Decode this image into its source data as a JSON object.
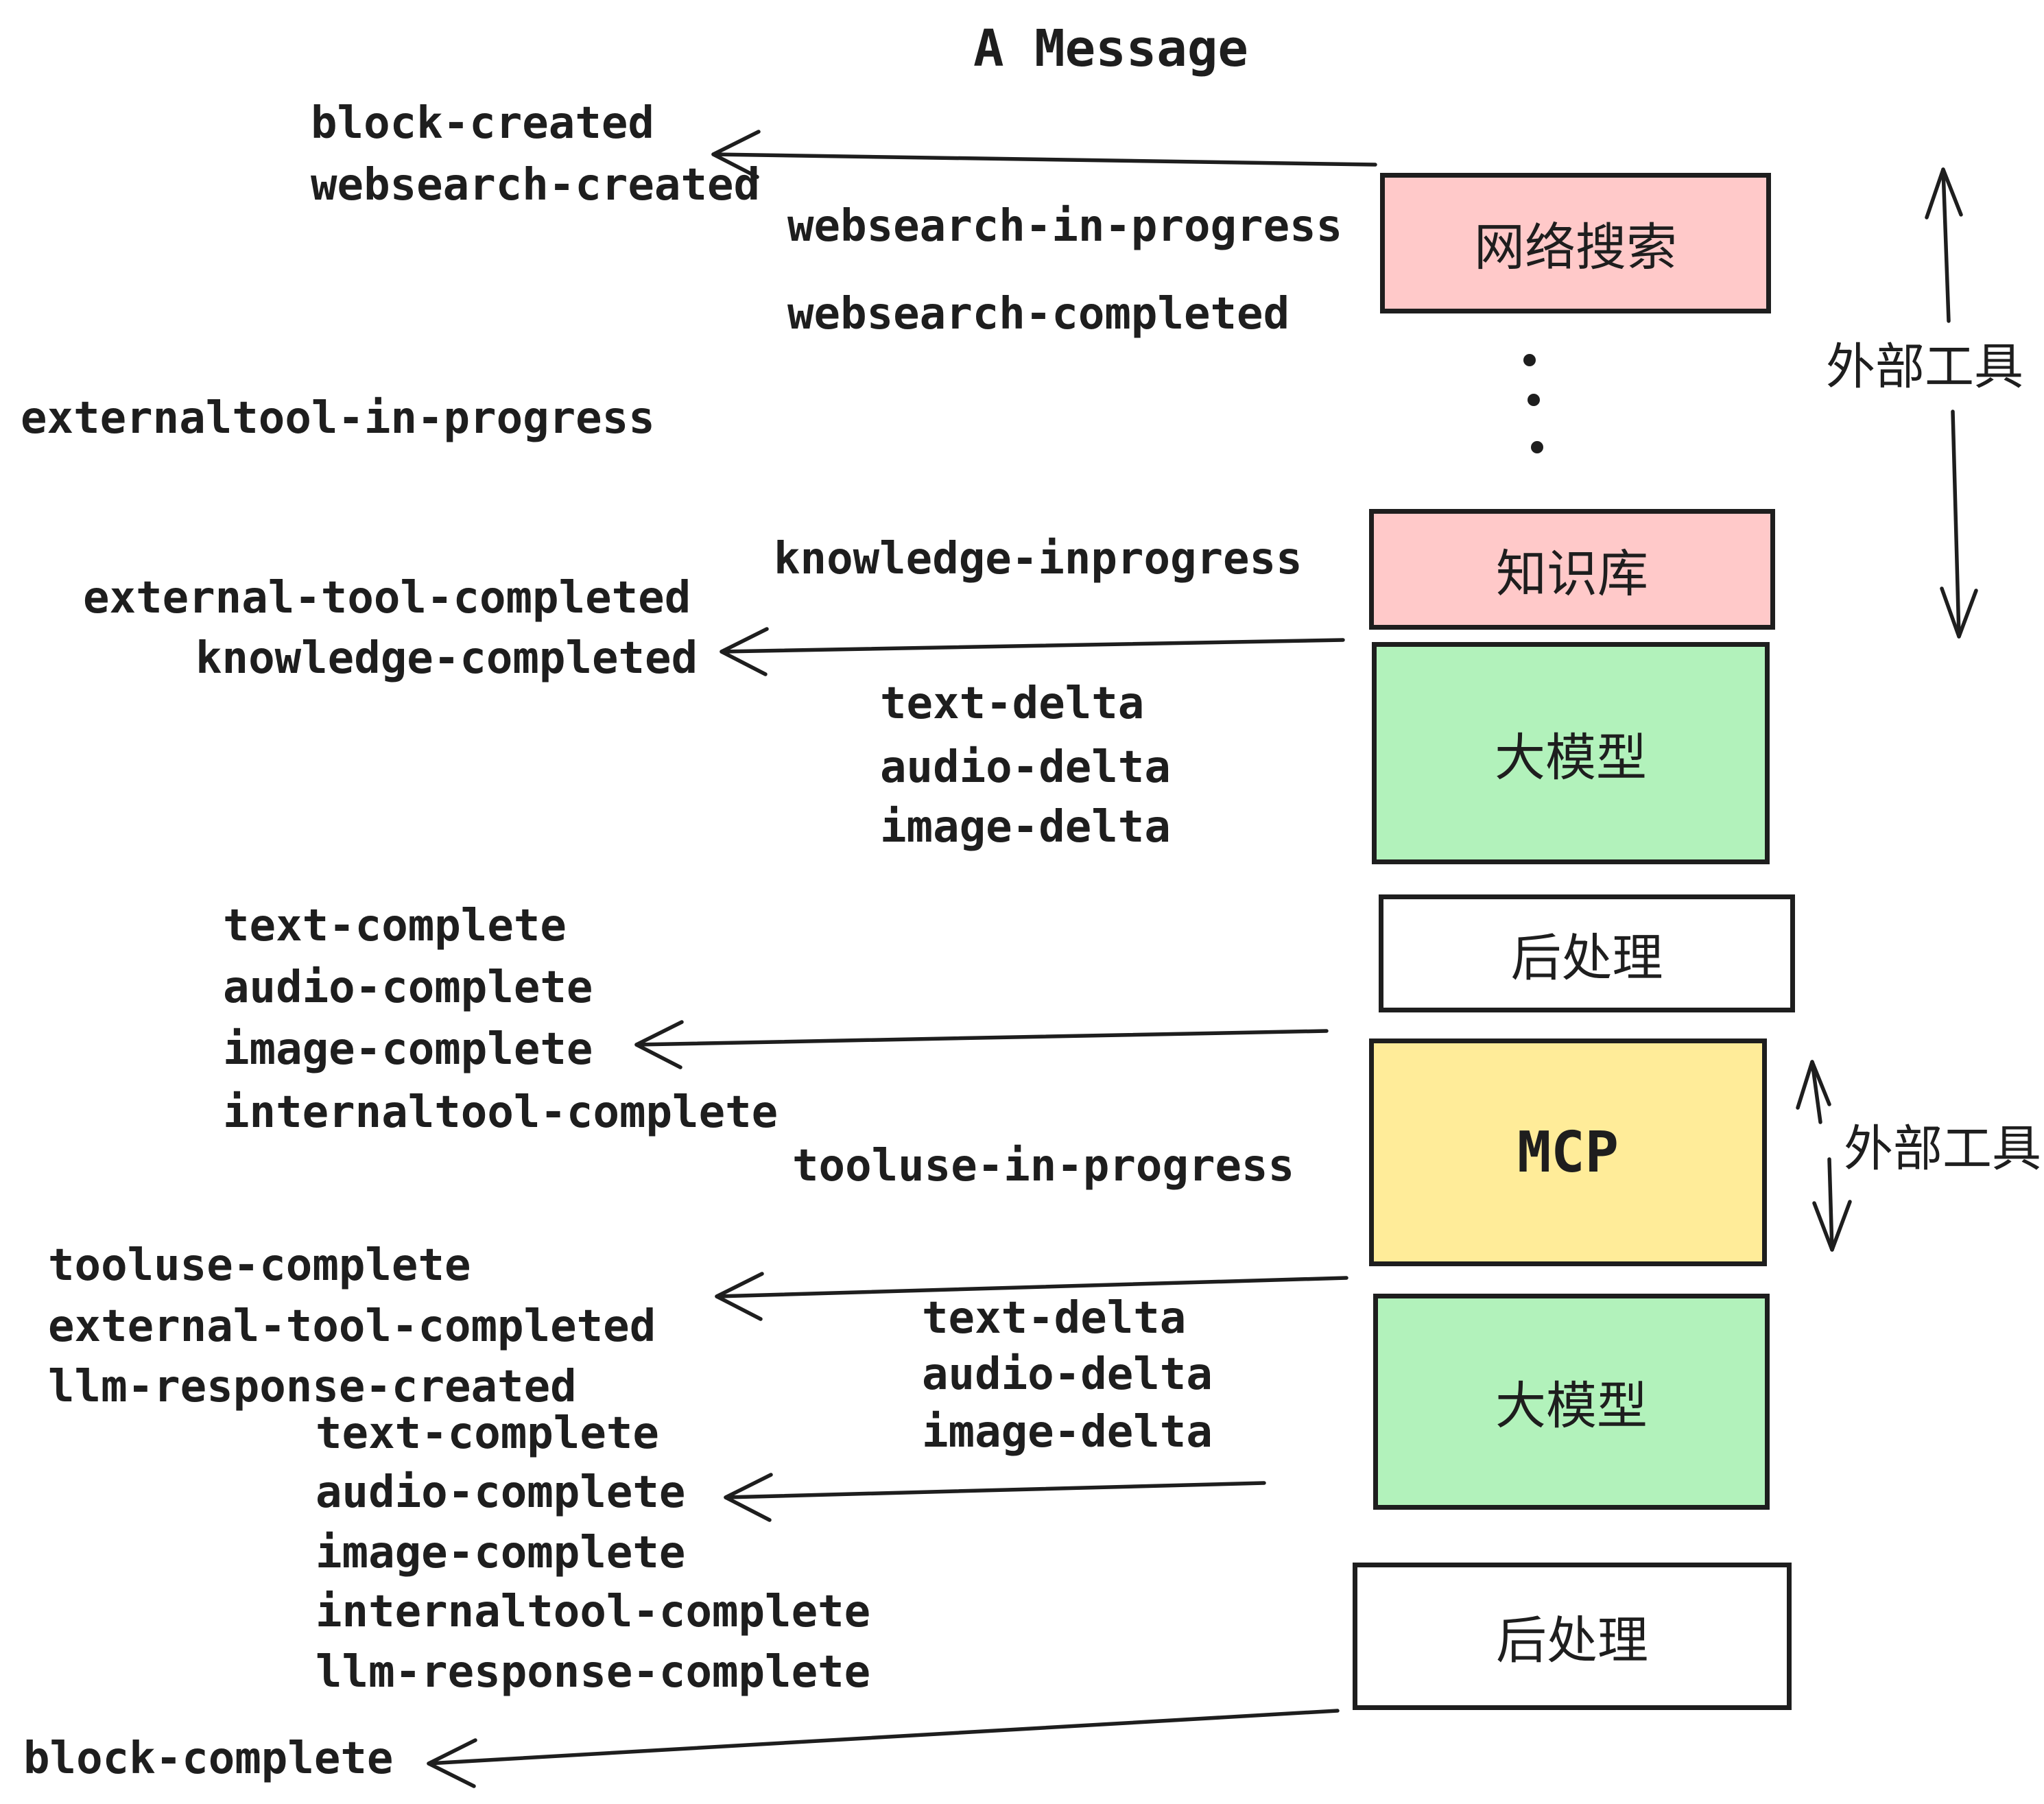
{
  "title": "A Message",
  "colors": {
    "pink": "#ffc9c9",
    "green": "#b2f2bb",
    "yellow": "#ffec99",
    "white": "#ffffff",
    "stroke": "#1e1e1e"
  },
  "boxes": [
    {
      "label": "网络搜索",
      "fill": "#ffc9c9"
    },
    {
      "label": "知识库",
      "fill": "#ffc9c9"
    },
    {
      "label": "大模型",
      "fill": "#b2f2bb"
    },
    {
      "label": "后处理",
      "fill": "#ffffff"
    },
    {
      "label": "MCP",
      "fill": "#ffec99"
    },
    {
      "label": "大模型",
      "fill": "#b2f2bb"
    },
    {
      "label": "后处理",
      "fill": "#ffffff"
    }
  ],
  "side_labels": [
    {
      "label": "外部工具"
    },
    {
      "label": "外部工具"
    }
  ],
  "events": [
    {
      "label": "block-created"
    },
    {
      "label": "websearch-created"
    },
    {
      "label": "websearch-in-progress"
    },
    {
      "label": "websearch-completed"
    },
    {
      "label": "externaltool-in-progress"
    },
    {
      "label": "knowledge-inprogress"
    },
    {
      "label": "external-tool-completed"
    },
    {
      "label": "knowledge-completed"
    },
    {
      "label": "text-delta"
    },
    {
      "label": "audio-delta"
    },
    {
      "label": "image-delta"
    },
    {
      "label": "text-complete"
    },
    {
      "label": "audio-complete"
    },
    {
      "label": "image-complete"
    },
    {
      "label": "internaltool-complete"
    },
    {
      "label": "tooluse-in-progress"
    },
    {
      "label": "tooluse-complete"
    },
    {
      "label": "external-tool-completed"
    },
    {
      "label": "llm-response-created"
    },
    {
      "label": "text-delta"
    },
    {
      "label": "audio-delta"
    },
    {
      "label": "image-delta"
    },
    {
      "label": "text-complete"
    },
    {
      "label": "audio-complete"
    },
    {
      "label": "image-complete"
    },
    {
      "label": "internaltool-complete"
    },
    {
      "label": "llm-response-complete"
    },
    {
      "label": "block-complete"
    }
  ]
}
